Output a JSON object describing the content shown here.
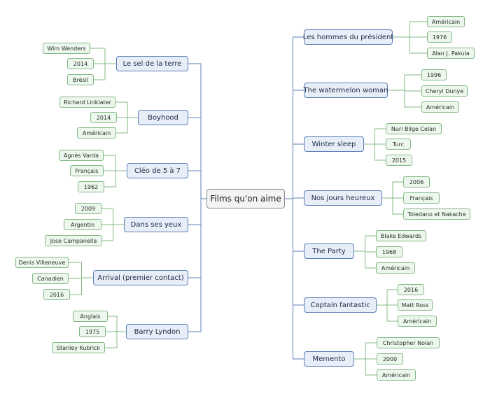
{
  "mindmap": {
    "root": "Films qu'on aime",
    "left_films": [
      {
        "title": "Le sel de la terre",
        "details": [
          "Wim Wenders",
          "2014",
          "Brésil"
        ]
      },
      {
        "title": "Boyhood",
        "details": [
          "Richard Linklater",
          "2014",
          "Américain"
        ]
      },
      {
        "title": "Cléo de 5 à 7",
        "details": [
          "Agnès Varda",
          "Français",
          "1962"
        ]
      },
      {
        "title": "Dans ses yeux",
        "details": [
          "2009",
          "Argentin",
          "Jose Campanella"
        ]
      },
      {
        "title": "Arrival (premier contact)",
        "details": [
          "Denis Villeneuve",
          "Canadien",
          "2016"
        ]
      },
      {
        "title": "Barry Lyndon",
        "details": [
          "Anglais",
          "1975",
          "Stanley Kubrick"
        ]
      }
    ],
    "right_films": [
      {
        "title": "Les hommes du président",
        "details": [
          "Américain",
          "1976",
          "Alan J. Pakula"
        ]
      },
      {
        "title": "The watermelon woman",
        "details": [
          "1996",
          "Cheryl Dunye",
          "Américain"
        ]
      },
      {
        "title": "Winter sleep",
        "details": [
          "Nuri Bilge Celan",
          "Turc",
          "2015"
        ]
      },
      {
        "title": "Nos jours heureux",
        "details": [
          "2006",
          "Français",
          "Toledano et Nakache"
        ]
      },
      {
        "title": "The Party",
        "details": [
          "Blake Edwards",
          "1968",
          "Américain"
        ]
      },
      {
        "title": "Captain fantastic",
        "details": [
          "2016",
          "Matt Ross",
          "Américain"
        ]
      },
      {
        "title": "Memento",
        "details": [
          "Christopher Nolan",
          "2000",
          "Américain"
        ]
      }
    ]
  },
  "colors": {
    "line": "#5b7fb4",
    "leaf_line": "#84b884"
  }
}
